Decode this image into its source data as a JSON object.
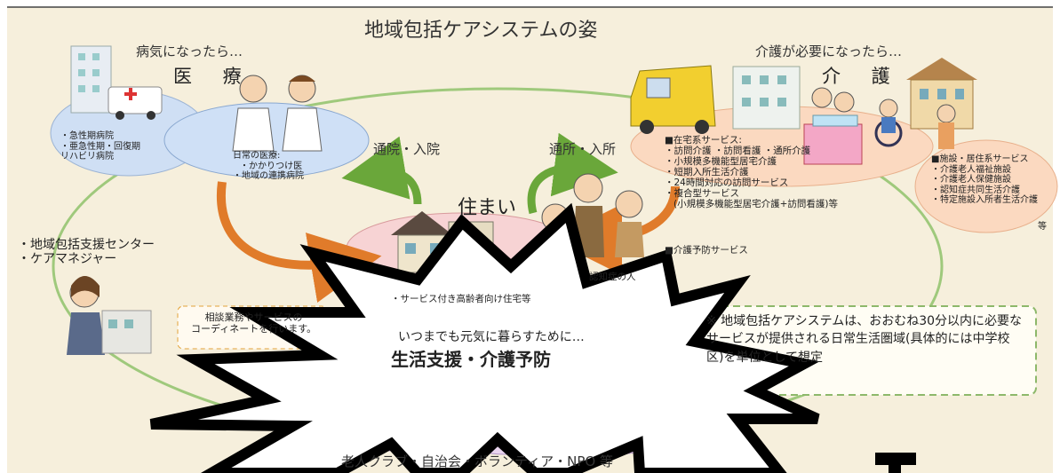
{
  "title": "地域包括ケアシステムの姿",
  "medical": {
    "caption": "病気になったら…",
    "heading": "医 療",
    "hospitals": [
      "・急性期病院",
      "・亜急性期・回復期",
      "リハビリ病院"
    ],
    "daily_heading": "日常の医療:",
    "daily_items": [
      "・かかりつけ医",
      "・地域の連携病院"
    ],
    "flow": "通院・入院"
  },
  "care": {
    "caption": "介護が必要になったら…",
    "heading": "介 護",
    "flow": "通所・入所",
    "home_heading": "■在宅系サービス:",
    "home_items": [
      "・訪問介護 ・訪問看護 ・通所介護",
      "・小規模多機能型居宅介護",
      "・短期入所生活介護",
      "・24時間対応の訪問サービス",
      "・複合型サービス",
      "(小規模多機能型居宅介護+訪問看護)等"
    ],
    "prevention": "■介護予防サービス",
    "facility_heading": "■施設・居住系サービス",
    "facility_items": [
      "・介護老人福祉施設",
      "・介護老人保健施設",
      "・認知症共同生活介護",
      "・特定施設入所者生活介護"
    ],
    "facility_tail": "等"
  },
  "home": {
    "label": "住まい",
    "dementia": "認知症の人",
    "housing": "・サービス付き高齢者向け住宅等"
  },
  "support": {
    "items": [
      "・地域包括支援センター",
      "・ケアマネジャー"
    ],
    "consult": [
      "相談業務やサービスの",
      "コーディネートを行います。"
    ]
  },
  "life": {
    "caption": "いつまでも元気に暮らすために…",
    "heading": "生活支援・介護予防",
    "footer": "老人クラブ・自治会・ボランティア・NPO 等"
  },
  "note": "※ 地域包括ケアシステムは、おおむね30分以内に必要なサービスが提供される日常生活圏域(具体的には中学校区)を単位として想定"
}
